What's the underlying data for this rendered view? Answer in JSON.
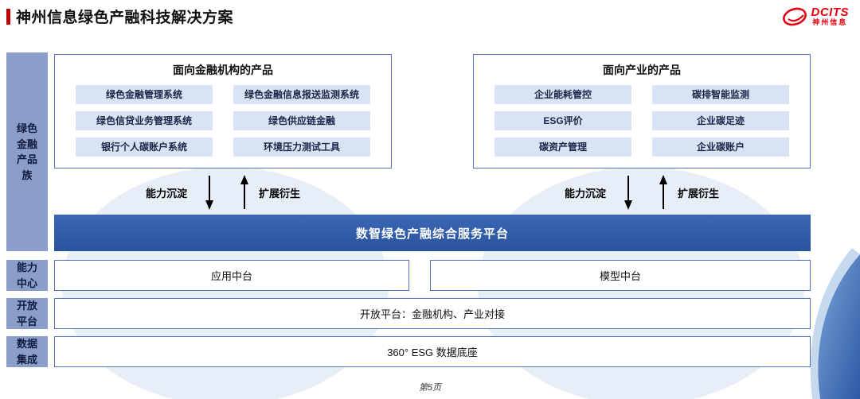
{
  "page": {
    "title": "神州信息绿色产融科技解决方案",
    "page_number": "第5页"
  },
  "logo": {
    "brand": "DCITS",
    "subtitle": "神州信息"
  },
  "sidebar": {
    "product_family": "绿色金融产品族",
    "capability_center": "能力中心",
    "open_platform": "开放平台",
    "data_integration": "数据集成"
  },
  "finance_group": {
    "title": "面向金融机构的产品",
    "items": [
      "绿色金融管理系统",
      "绿色金融信息报送监测系统",
      "绿色信贷业务管理系统",
      "绿色供应链金融",
      "银行个人碳账户系统",
      "环境压力测试工具"
    ]
  },
  "industry_group": {
    "title": "面向产业的产品",
    "items": [
      "企业能耗管控",
      "碳排智能监测",
      "ESG评价",
      "企业碳足迹",
      "碳资产管理",
      "企业碳账户"
    ]
  },
  "arrows": {
    "down_label": "能力沉淀",
    "up_label": "扩展衍生"
  },
  "platform_bar": {
    "label": "数智绿色产融综合服务平台"
  },
  "capability_row": {
    "items": [
      "应用中台",
      "模型中台"
    ]
  },
  "open_platform_row": {
    "label": "开放平台：金融机构、产业对接"
  },
  "data_row": {
    "label": "360° ESG 数据底座"
  },
  "colors": {
    "accent_red": "#c00000",
    "brand_red": "#e60012",
    "platform_blue": "#2e59a6",
    "box_border_blue": "#4f74be",
    "item_fill_blue": "#dae3f3",
    "sidebar_fill_blue": "#8b9dc9"
  }
}
